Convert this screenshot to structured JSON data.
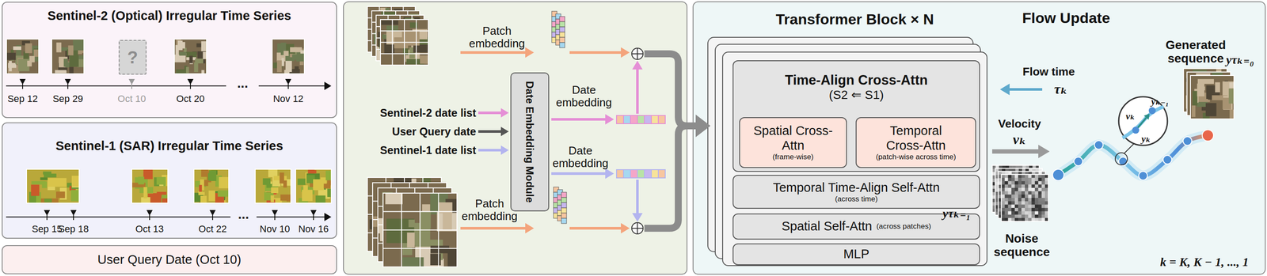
{
  "diagram": {
    "nodes": [
      {
        "text": [
          "Sentinel-2 (Optical) Irregular Time Series"
        ]
      },
      {
        "text": [
          "?"
        ],
        "in": 0
      },
      {
        "text": [
          "Sentinel-1 (SAR) Irregular Time Series"
        ]
      },
      {
        "text": [
          "User Query Date (Oct 10)"
        ]
      },
      {
        "text": [
          "Date Embedding Module"
        ]
      },
      {
        "text": [
          "Transformer Block × N"
        ]
      },
      {
        "text": [
          "Time-Align Cross-Attn",
          "(S2 ⇐ S1)"
        ],
        "in": 5
      },
      {
        "text": [
          "Spatial Cross-Attn",
          "(frame-wise)"
        ],
        "in": 6
      },
      {
        "text": [
          "Temporal Cross-Attn",
          "(patch-wise across time)"
        ],
        "in": 6
      },
      {
        "text": [
          "Temporal Time-Align Self-Attn",
          "(across time)"
        ],
        "in": 5
      },
      {
        "text": [
          "Spatial Self-Attn",
          "(across patches)"
        ],
        "in": 5
      },
      {
        "text": [
          "MLP"
        ],
        "in": 5
      }
    ],
    "labels": [
      "Sep 12",
      "Sep 29",
      "Oct 10",
      "Oct 20",
      "...",
      "Nov 12",
      "Sep 15",
      "Sep 18",
      "Oct 13",
      "Oct 22",
      "...",
      "Nov 10",
      "Nov 16",
      "Patch embedding",
      "Date embedding",
      "Sentinel-2 date list",
      "User Query date",
      "Sentinel-1 date list",
      "Date embedding",
      "Patch embedding",
      "Flow Update",
      "Flow time",
      "τₖ",
      "Velocity",
      "vₖ",
      "Generated sequence",
      "yτₖ₌₀",
      "yₖ₋₁",
      "vₖ",
      "yₖ",
      "Noise sequence",
      "yτₖ₌₁",
      "k = K, K − 1, ..., 1"
    ]
  }
}
